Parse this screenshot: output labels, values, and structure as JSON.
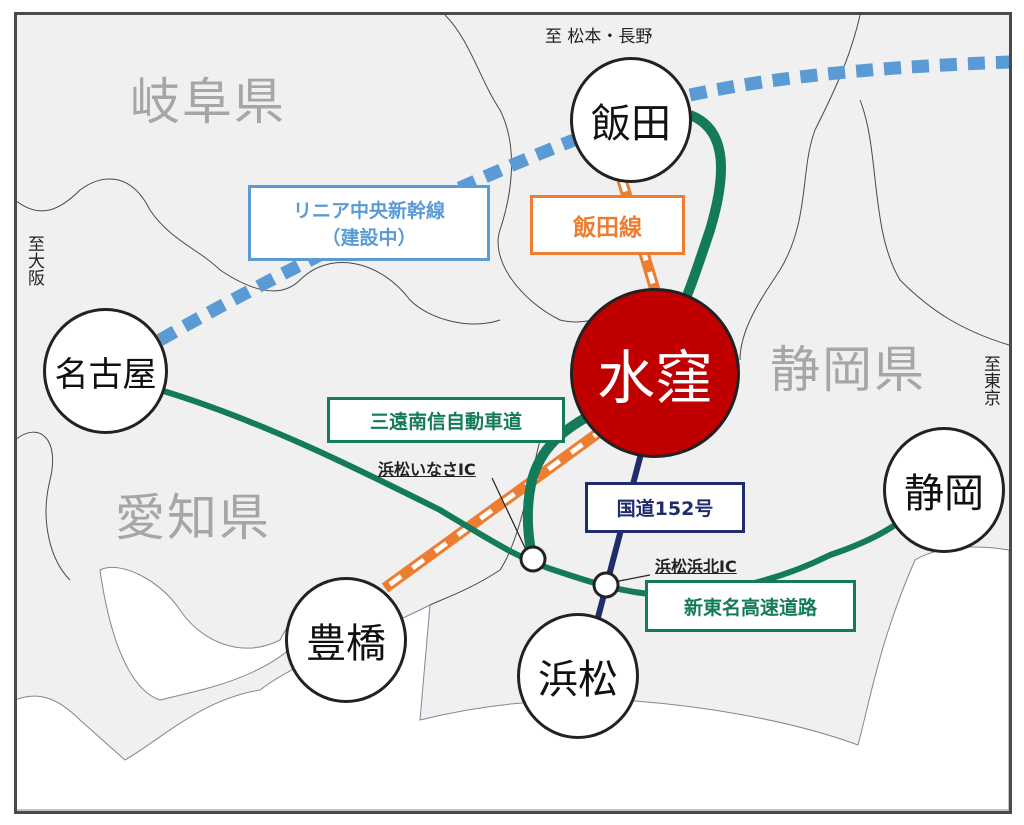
{
  "destinations": {
    "north": "至 松本・長野",
    "west": "至大阪",
    "east": "至東京"
  },
  "prefectures": {
    "gifu": "岐阜県",
    "shizuoka": "静岡県",
    "aichi": "愛知県"
  },
  "cities": {
    "iida": "飯田",
    "misakubo": "水窪",
    "nagoya": "名古屋",
    "shizuoka": "静岡",
    "toyohashi": "豊橋",
    "hamamatsu": "浜松"
  },
  "routes": {
    "linear": {
      "line1": "リニア中央新幹線",
      "line2": "（建設中）",
      "color": "#5b9bd5"
    },
    "iida_line": {
      "label": "飯田線",
      "color": "#ed7d31"
    },
    "sanen": {
      "label": "三遠南信自動車道",
      "color": "#137a5a"
    },
    "route152": {
      "label": "国道152号",
      "color": "#1f2d6b"
    },
    "shintomei": {
      "label": "新東名高速道路",
      "color": "#137a5a"
    }
  },
  "interchanges": {
    "inasa": "浜松いなさIC",
    "hamakita": "浜松浜北IC"
  }
}
